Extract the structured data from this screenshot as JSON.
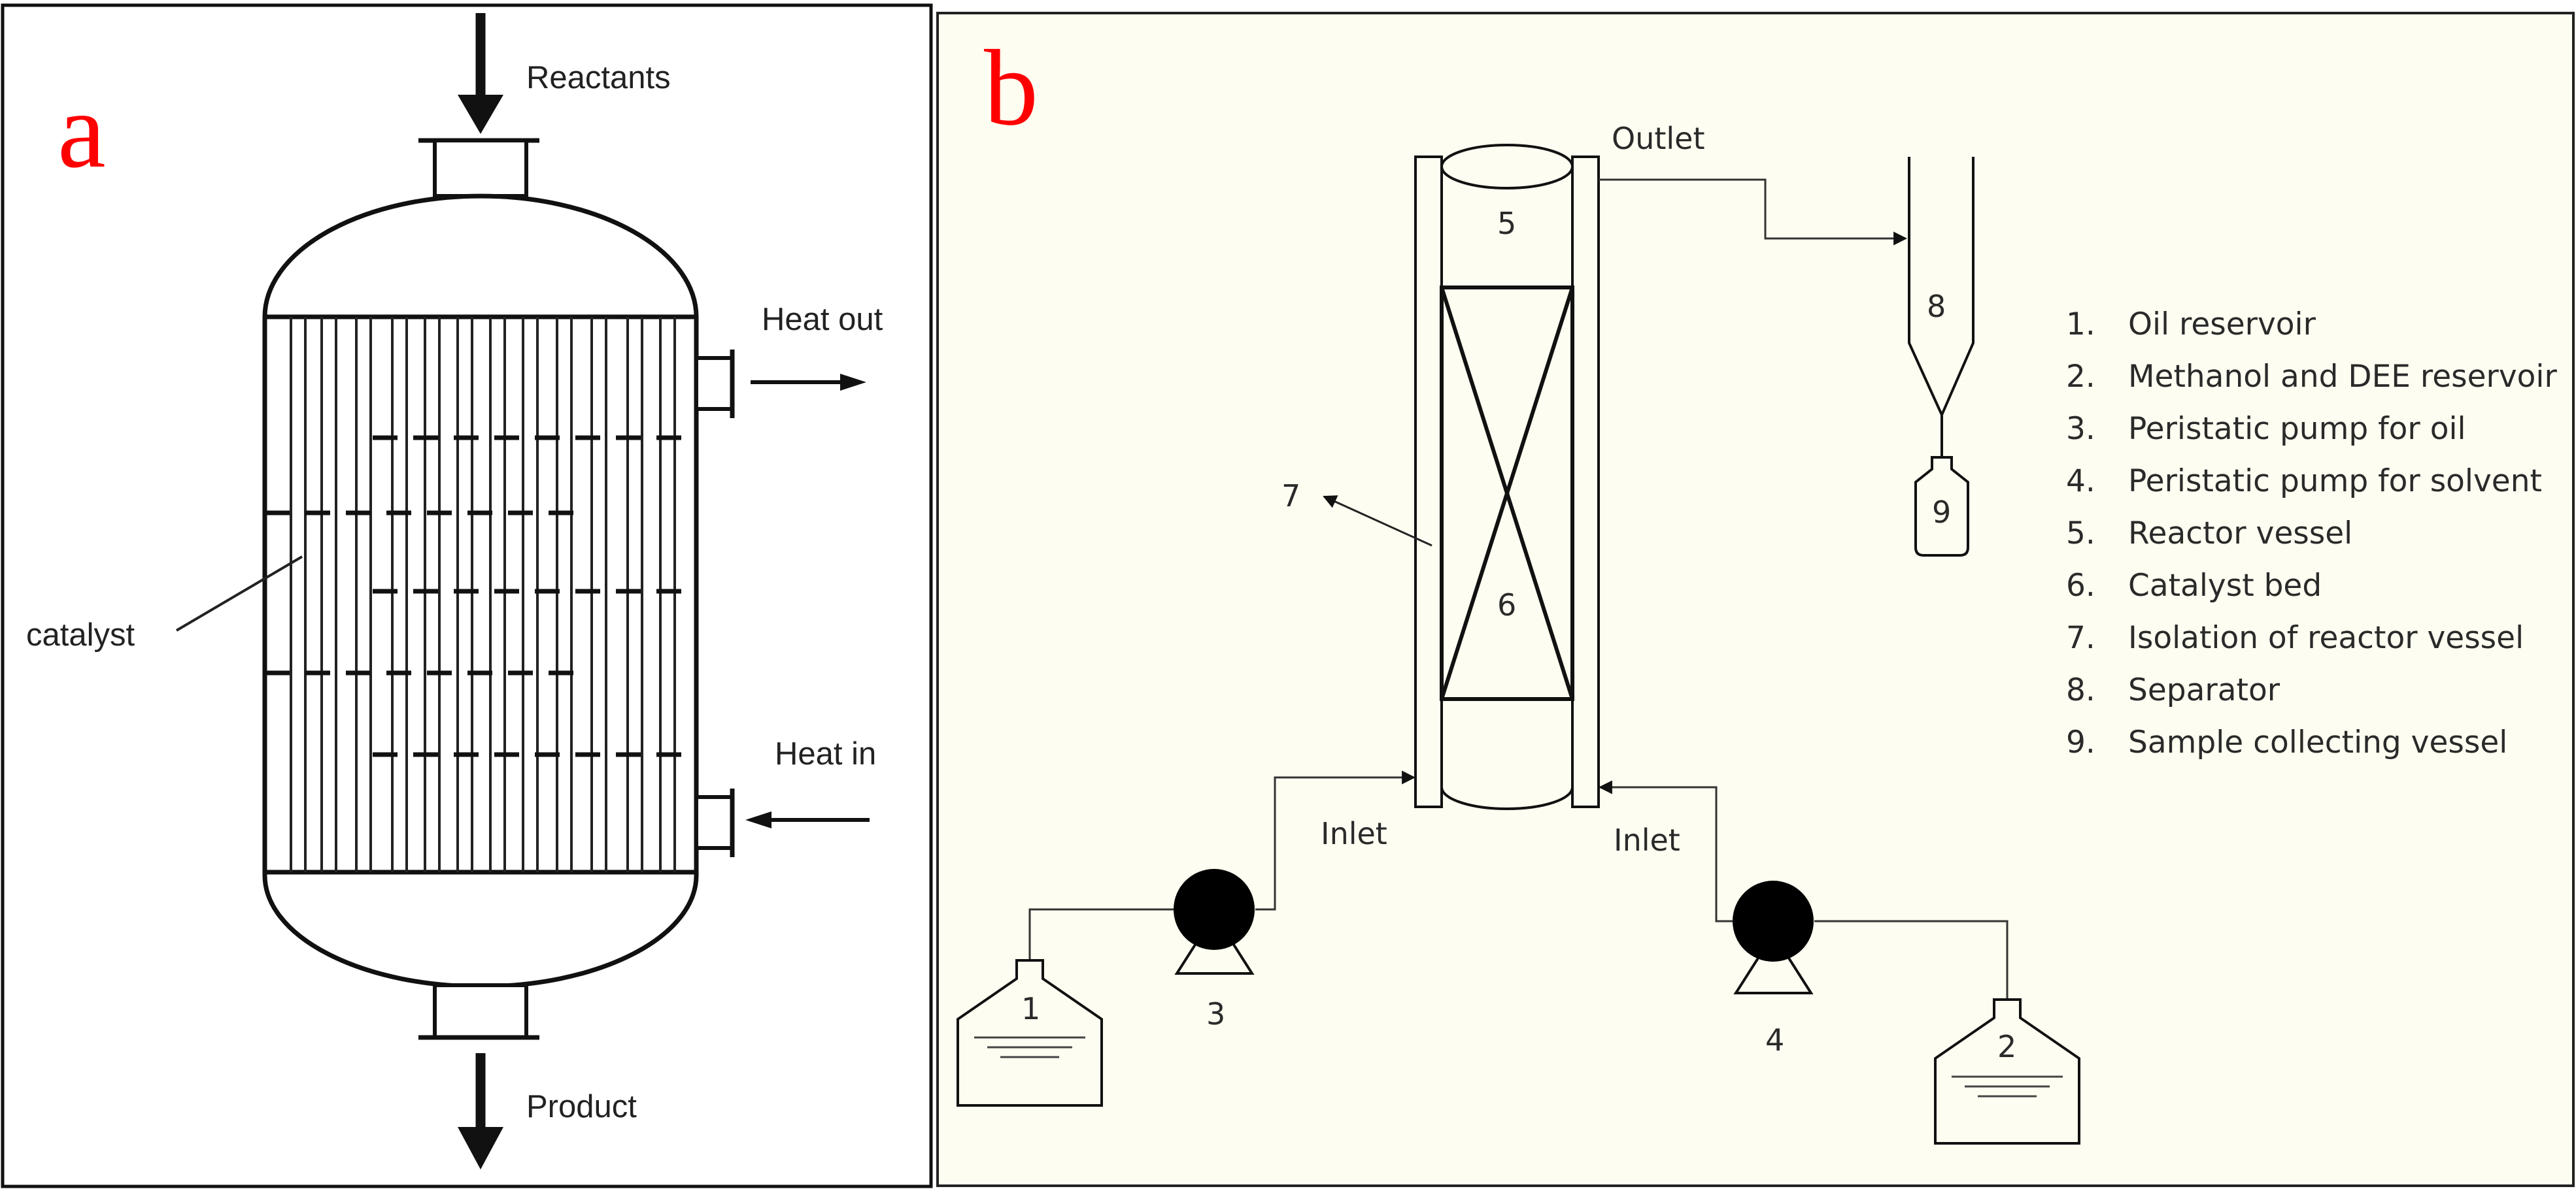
{
  "panel_a": {
    "letter": "a",
    "labels": {
      "reactants": "Reactants",
      "heat_out": "Heat out",
      "heat_in": "Heat in",
      "catalyst": "catalyst",
      "product": "Product"
    }
  },
  "panel_b": {
    "letter": "b",
    "labels": {
      "outlet": "Outlet",
      "inlet_left": "Inlet",
      "inlet_right": "Inlet"
    },
    "numbers": {
      "n1": "1",
      "n2": "2",
      "n3": "3",
      "n4": "4",
      "n5": "5",
      "n6": "6",
      "n7": "7",
      "n8": "8",
      "n9": "9"
    },
    "legend": [
      {
        "num": "1.",
        "text": "Oil reservoir"
      },
      {
        "num": "2.",
        "text": "Methanol and DEE reservoir"
      },
      {
        "num": "3.",
        "text": "Peristatic pump for oil"
      },
      {
        "num": "4.",
        "text": "Peristatic pump for solvent"
      },
      {
        "num": "5.",
        "text": "Reactor vessel"
      },
      {
        "num": "6.",
        "text": "Catalyst bed"
      },
      {
        "num": "7.",
        "text": "Isolation of reactor vessel"
      },
      {
        "num": "8.",
        "text": "Separator"
      },
      {
        "num": "9.",
        "text": "Sample collecting vessel"
      }
    ]
  }
}
